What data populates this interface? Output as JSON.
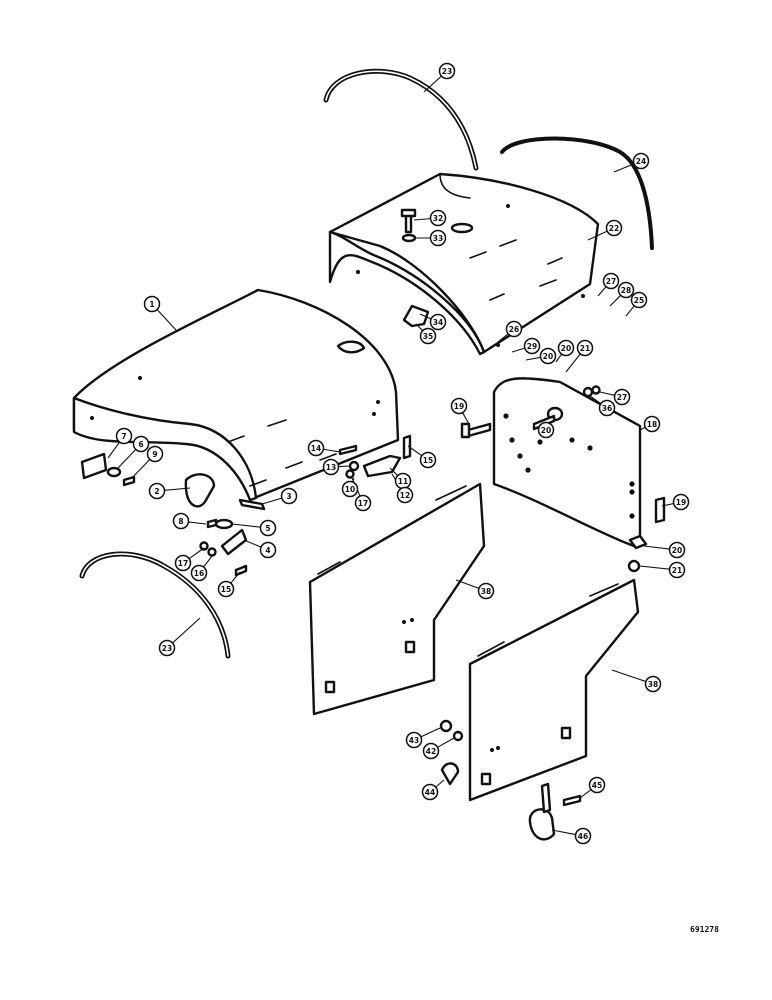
{
  "drawing_code": "691278",
  "callouts": [
    {
      "label": "23"
    },
    {
      "label": "24"
    },
    {
      "label": "22"
    },
    {
      "label": "32"
    },
    {
      "label": "33"
    },
    {
      "label": "34"
    },
    {
      "label": "35"
    },
    {
      "label": "27"
    },
    {
      "label": "28"
    },
    {
      "label": "25"
    },
    {
      "label": "26"
    },
    {
      "label": "29"
    },
    {
      "label": "20"
    },
    {
      "label": "20"
    },
    {
      "label": "21"
    },
    {
      "label": "27"
    },
    {
      "label": "36"
    },
    {
      "label": "18"
    },
    {
      "label": "19"
    },
    {
      "label": "20"
    },
    {
      "label": "19"
    },
    {
      "label": "20"
    },
    {
      "label": "21"
    },
    {
      "label": "1"
    },
    {
      "label": "7"
    },
    {
      "label": "6"
    },
    {
      "label": "9"
    },
    {
      "label": "2"
    },
    {
      "label": "3"
    },
    {
      "label": "8"
    },
    {
      "label": "5"
    },
    {
      "label": "4"
    },
    {
      "label": "17"
    },
    {
      "label": "16"
    },
    {
      "label": "15"
    },
    {
      "label": "14"
    },
    {
      "label": "13"
    },
    {
      "label": "10"
    },
    {
      "label": "17"
    },
    {
      "label": "11"
    },
    {
      "label": "12"
    },
    {
      "label": "15"
    },
    {
      "label": "23"
    },
    {
      "label": "38"
    },
    {
      "label": "38"
    },
    {
      "label": "43"
    },
    {
      "label": "42"
    },
    {
      "label": "44"
    },
    {
      "label": "45"
    },
    {
      "label": "46"
    }
  ]
}
